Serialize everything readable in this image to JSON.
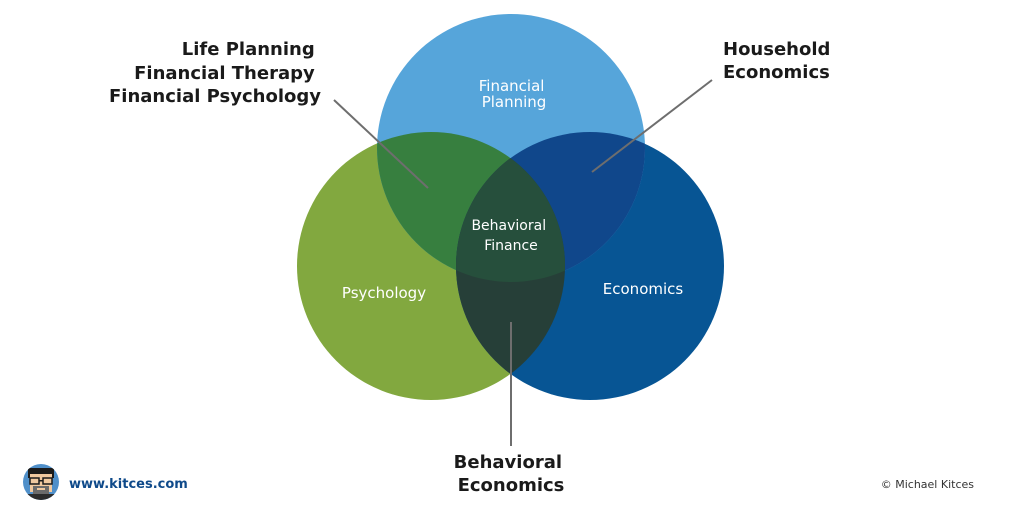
{
  "circles": {
    "financial_planning": {
      "label_lines": [
        "Financial",
        "Planning"
      ],
      "color": "#56A5DA"
    },
    "psychology": {
      "label_lines": [
        "Psychology"
      ],
      "color": "#82A83F"
    },
    "economics": {
      "label_lines": [
        "Economics"
      ],
      "color": "#075594"
    }
  },
  "overlaps": {
    "planning_psychology_color": "#377F3F",
    "planning_economics_color": "#10478B",
    "psychology_economics_color": "#263F38",
    "center": {
      "label_lines": [
        "Behavioral",
        "Finance"
      ],
      "color": "#264F3C"
    }
  },
  "callouts": {
    "top_left": {
      "lines": [
        "Life Planning",
        "Financial Therapy",
        "Financial Psychology"
      ]
    },
    "top_right": {
      "lines": [
        "Household",
        "Economics"
      ]
    },
    "bottom": {
      "lines": [
        "Behavioral",
        "Economics"
      ]
    }
  },
  "footer": {
    "website": "www.kitces.com",
    "copyright": "© Michael Kitces",
    "website_color": "#0F4A8A"
  },
  "logo": {
    "icon": "kitces-avatar-icon"
  },
  "leader_line_color": "#6E6E6E"
}
